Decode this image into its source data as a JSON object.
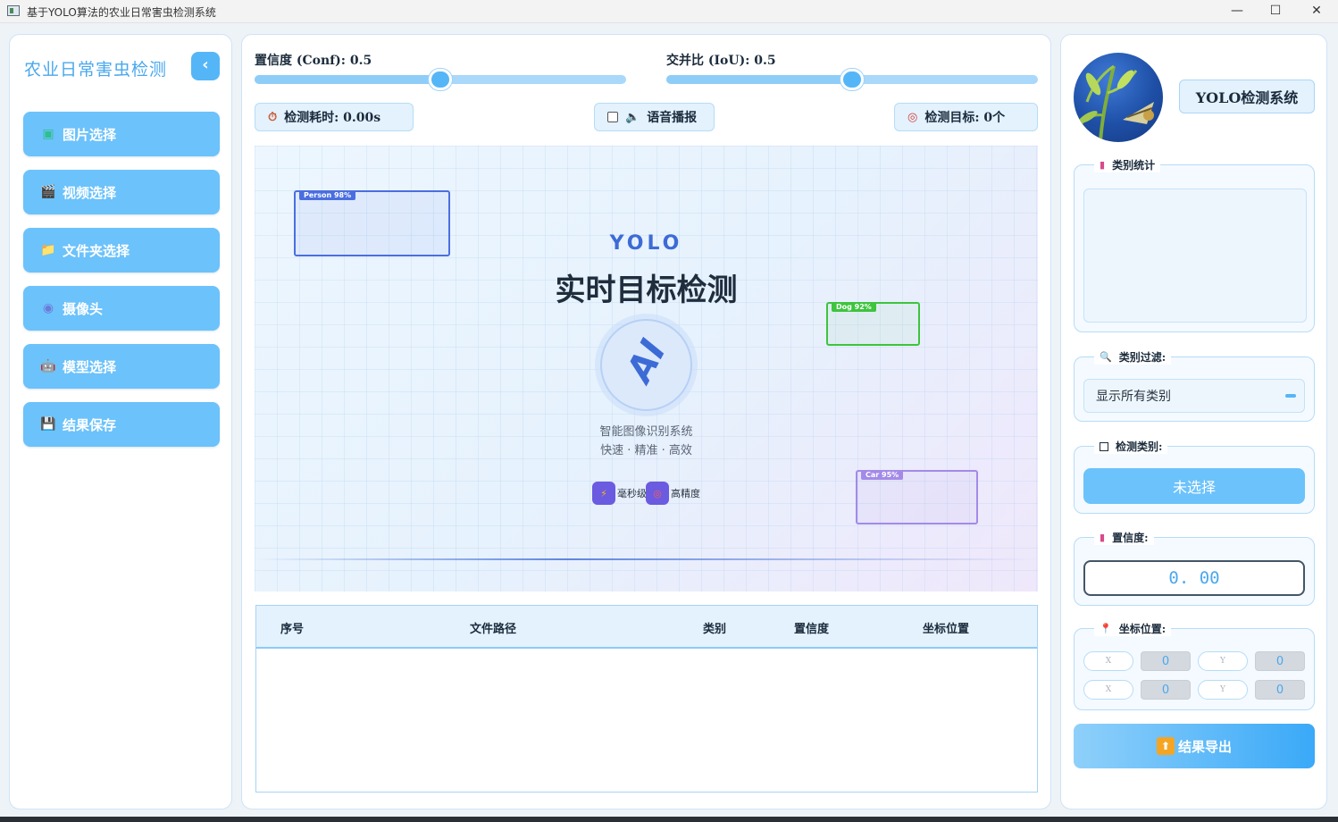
{
  "window": {
    "title": "基于YOLO算法的农业日常害虫检测系统",
    "minimize": "—",
    "maximize": "☐",
    "close": "✕"
  },
  "sidebar": {
    "brand": "农业日常害虫检测",
    "collapse_icon": "chevron-left-icon",
    "items": [
      {
        "label": "图片选择",
        "icon": "image-icon",
        "glyph": "▣",
        "color": "#2fbf8f"
      },
      {
        "label": "视频选择",
        "icon": "clapper-icon",
        "glyph": "🎬",
        "color": "#333333"
      },
      {
        "label": "文件夹选择",
        "icon": "folder-icon",
        "glyph": "📁",
        "color": "#f5c242"
      },
      {
        "label": "摄像头",
        "icon": "webcam-icon",
        "glyph": "◉",
        "color": "#6a7bd8"
      },
      {
        "label": "模型选择",
        "icon": "robot-icon",
        "glyph": "🤖",
        "color": "#333333"
      },
      {
        "label": "结果保存",
        "icon": "save-icon",
        "glyph": "💾",
        "color": "#333333"
      }
    ]
  },
  "controls": {
    "conf_label": "置信度 (Conf): 0.5",
    "conf_value": 0.5,
    "iou_label": "交并比 (IoU): 0.5",
    "iou_value": 0.5,
    "time_label": "检测耗时: 0.00s",
    "time_icon": "stopwatch-icon",
    "voice_label": "语音播报",
    "voice_icon": "speaker-icon",
    "target_label": "检测目标: 0个",
    "target_icon": "target-icon"
  },
  "preview": {
    "yolo": "YOLO",
    "title": "实时目标检测",
    "ai": "AI",
    "subtitle1": "智能图像识别系统",
    "subtitle2": "快速 · 精准 · 高效",
    "features": [
      {
        "label": "毫秒级",
        "icon": "lightning-icon",
        "glyph": "⚡"
      },
      {
        "label": "高精度",
        "icon": "target-icon",
        "glyph": "◎"
      }
    ],
    "boxes": [
      {
        "tag": "Person 98%",
        "color": "#4a6ee0"
      },
      {
        "tag": "Dog 92%",
        "color": "#3ec43e"
      },
      {
        "tag": "Car 95%",
        "color": "#a38ae8"
      }
    ]
  },
  "table": {
    "headers": [
      "序号",
      "文件路径",
      "类别",
      "置信度",
      "坐标位置"
    ],
    "rows": []
  },
  "right": {
    "system_title": "YOLO检测系统",
    "stats_title": "类别统计",
    "stats_icon": "bar-chart-icon",
    "filter_title": "类别过滤:",
    "filter_icon": "magnifier-icon",
    "filter_value": "显示所有类别",
    "class_title": "检测类别:",
    "class_icon": "checkbox-icon",
    "class_value": "未选择",
    "conf_title": "置信度:",
    "conf_icon": "bar-chart-icon",
    "conf_value": "0. 00",
    "coord_title": "坐标位置:",
    "coord_icon": "pin-icon",
    "coords": {
      "xmin_label": "X",
      "xmin": "0",
      "ymin_label": "Y",
      "ymin": "0",
      "xmax_label": "X",
      "xmax": "0",
      "ymax_label": "Y",
      "ymax": "0"
    },
    "export_label": "结果导出",
    "export_icon": "upload-icon"
  }
}
